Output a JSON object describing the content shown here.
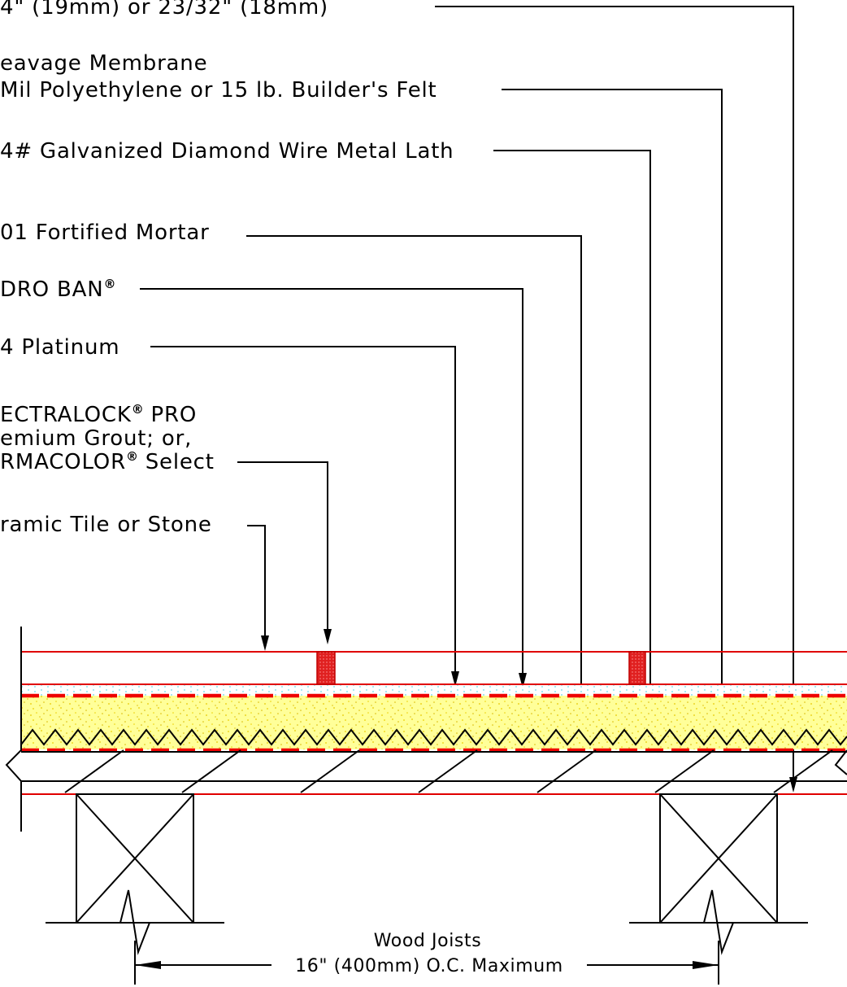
{
  "labels": {
    "subfloor": "4\"  (19mm)  or  23/32\"  (18mm)",
    "cleavage_line1": "eavage  Membrane",
    "cleavage_line2": "Mil  Polyethylene  or  15  lb.  Builder's  Felt",
    "lath": "4#  Galvanized  Diamond  Wire  Metal  Lath",
    "mortar": "01  Fortified  Mortar",
    "membrane": "DRO  BAN",
    "thinset": "4  Platinum",
    "grout_line1": "ECTRALOCK",
    "grout_line1_suffix": "PRO",
    "grout_line2": "emium  Grout;  or,",
    "grout_line3": "RMACOLOR",
    "grout_line3_suffix": "Select",
    "tile": "ramic  Tile  or  Stone",
    "registered_mark": "®"
  },
  "dimension": {
    "title": "Wood  Joists",
    "value": "16\"  (400mm)  O.C.  Maximum"
  },
  "colors": {
    "layer_outline": "#e00000",
    "membrane_dash": "#ee0000",
    "mortar_fill": "#ffff99",
    "grout_fill": "#e02020",
    "lines": "#000000"
  }
}
